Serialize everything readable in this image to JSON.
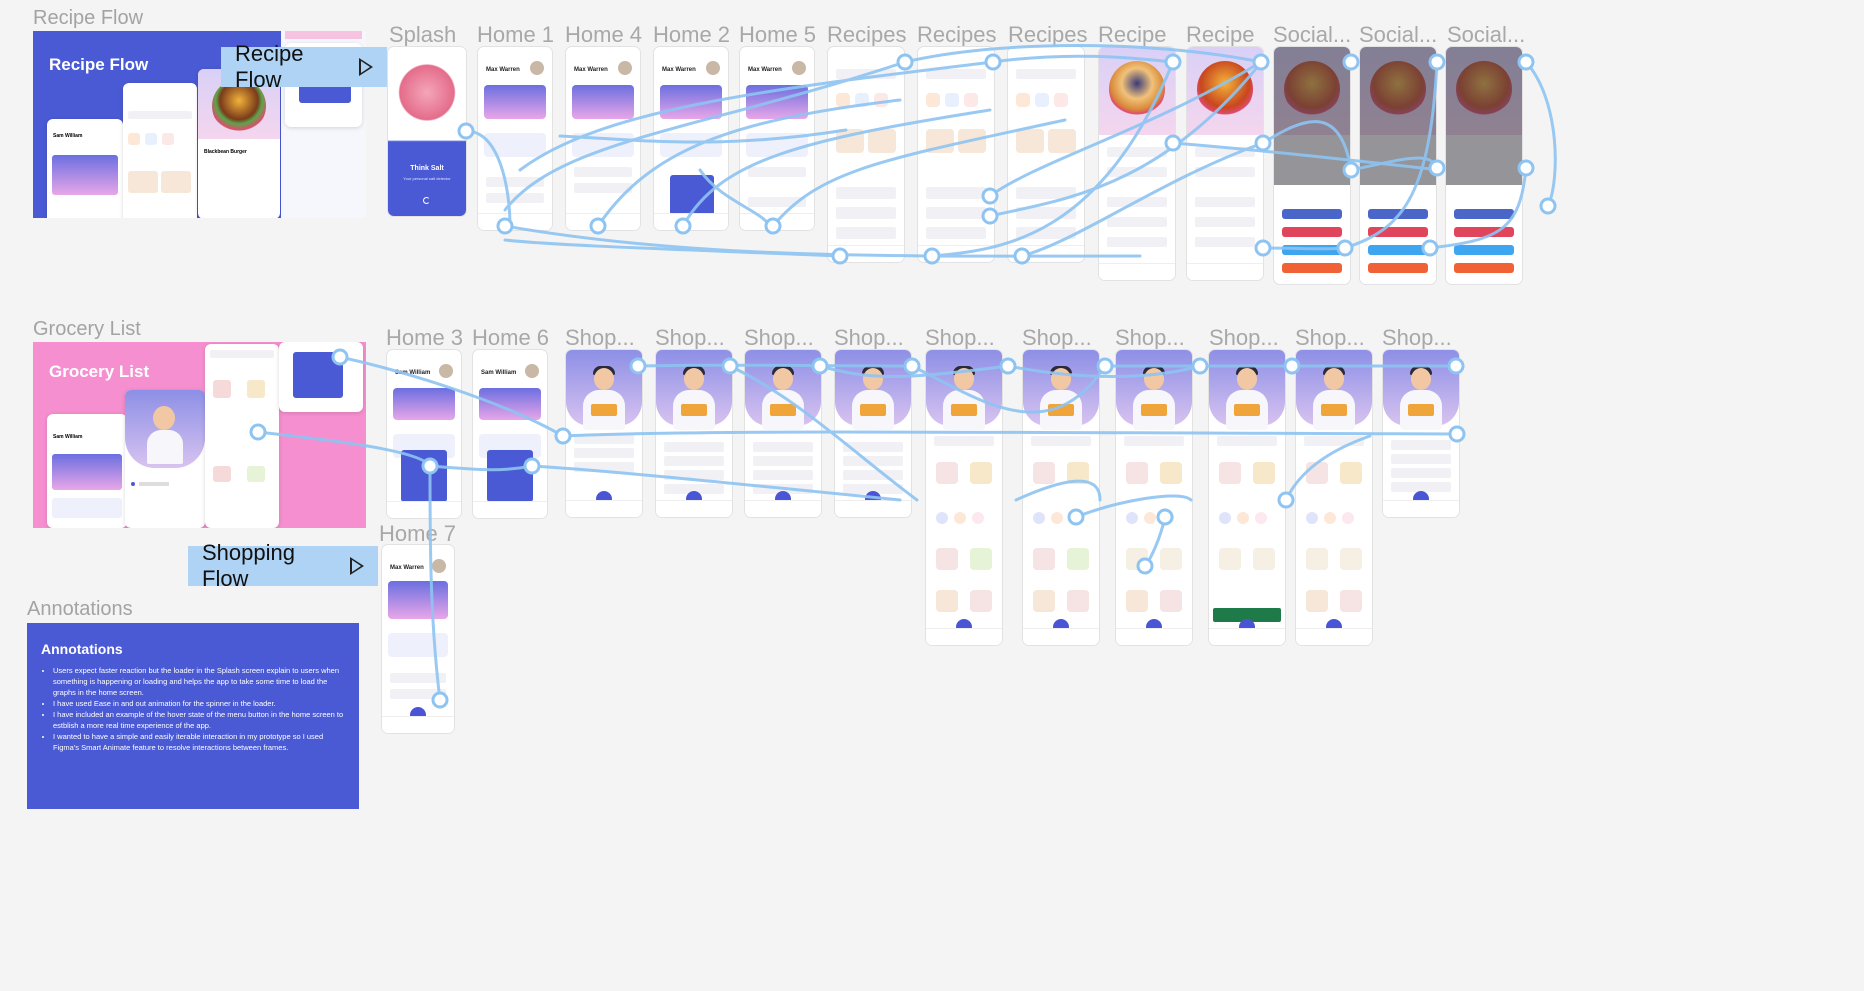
{
  "sections": {
    "recipe_flow_label": "Recipe Flow",
    "grocery_list_label": "Grocery List",
    "annotations_label": "Annotations"
  },
  "covers": {
    "recipe_title": "Recipe Flow",
    "grocery_title": "Grocery List",
    "recipe_user": "Sam William",
    "grocery_user": "Sam William",
    "recipe_dish": "Blackbean Burger"
  },
  "flow_buttons": {
    "recipe": "Recipe Flow",
    "shopping": "Shopping Flow"
  },
  "frames_row1": [
    "Splash",
    "Home 1",
    "Home 4",
    "Home 2",
    "Home 5",
    "Recipes",
    "Recipes",
    "Recipes",
    "Recipe",
    "Recipe",
    "Social...",
    "Social...",
    "Social..."
  ],
  "frames_row2": [
    "Home 3",
    "Home 6",
    "Shop...",
    "Shop...",
    "Shop...",
    "Shop...",
    "Shop...",
    "Shop...",
    "Shop...",
    "Shop...",
    "Shop...",
    "Shop..."
  ],
  "frame_home7": "Home 7",
  "splash": {
    "title": "Think Salt",
    "subtitle": "Your personal salt detector"
  },
  "home": {
    "user_a": "Max Warren",
    "user_b": "Sam William"
  },
  "annotations": {
    "title": "Annotations",
    "items": [
      "Users expect faster reaction but the loader in the Splash screen explain to users when something is happening or loading and helps the app to take some time to load the graphs in the home screen.",
      "I have used Ease in and out animation for the spinner in the loader.",
      "I have included an example of the hover state of the menu button in the home screen to estblish a more real time experience of the app.",
      "I wanted to have a simple and easily iterable interaction in my prototype so I used Figma's Smart Animate feature to resolve interactions between frames."
    ]
  },
  "colors": {
    "brand": "#4a55d6",
    "pink": "#f58fcf",
    "flow_btn": "#aed3f5",
    "link": "#8ec4f2"
  }
}
